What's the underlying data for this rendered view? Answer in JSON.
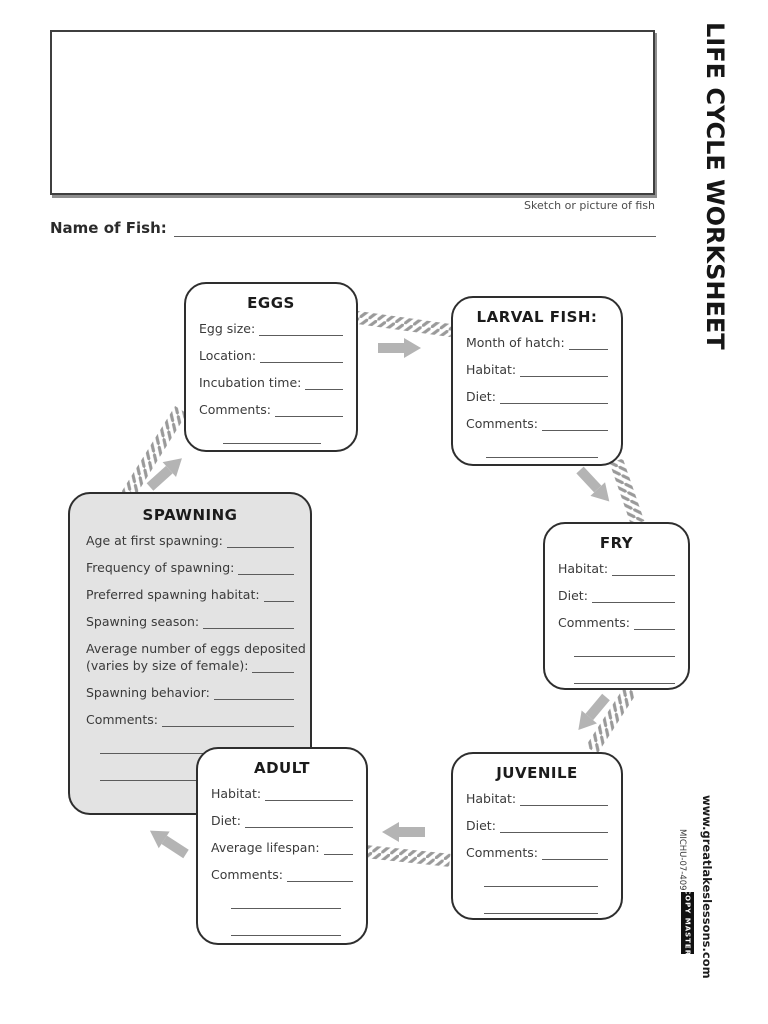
{
  "page": {
    "worksheet_title": "LIFE CYCLE WORKSHEET",
    "sketch_caption": "Sketch or picture of fish",
    "name_of_fish_label": "Name of Fish:"
  },
  "cycle": {
    "eggs": {
      "title": "EGGS",
      "fields": [
        "Egg size:",
        "Location:",
        "Incubation time:",
        "Comments:"
      ]
    },
    "larval": {
      "title": "LARVAL FISH:",
      "fields": [
        "Month of hatch:",
        "Habitat:",
        "Diet:",
        "Comments:"
      ]
    },
    "fry": {
      "title": "FRY",
      "fields": [
        "Habitat:",
        "Diet:",
        "Comments:"
      ]
    },
    "juvenile": {
      "title": "JUVENILE",
      "fields": [
        "Habitat:",
        "Diet:",
        "Comments:"
      ]
    },
    "adult": {
      "title": "ADULT",
      "fields": [
        "Habitat:",
        "Diet:",
        "Average lifespan:",
        "Comments:"
      ]
    },
    "spawning": {
      "title": "SPAWNING",
      "fields": [
        "Age at first spawning:",
        "Frequency of spawning:",
        "Preferred spawning habitat:",
        "Spawning season:",
        "Average number of eggs deposited",
        "(varies by size of female):",
        "Spawning behavior:",
        "Comments:"
      ]
    }
  },
  "footer": {
    "website": "www.greatlakeslessons.com",
    "doc_number": "MICHU-07-409",
    "copy_master_label": "COPY MASTER"
  },
  "icons": {
    "arrows": [
      "arrow-right",
      "arrow-down-right",
      "arrow-down-left",
      "arrow-left",
      "arrow-up-left",
      "arrow-up-right"
    ]
  },
  "colors": {
    "spawning_box_fill": "#e3e3e3",
    "arrow_gray": "#b4b4b4",
    "hatch_gray": "#9a9a9a",
    "box_border": "#2e2e2e",
    "badge_black": "#111111"
  }
}
